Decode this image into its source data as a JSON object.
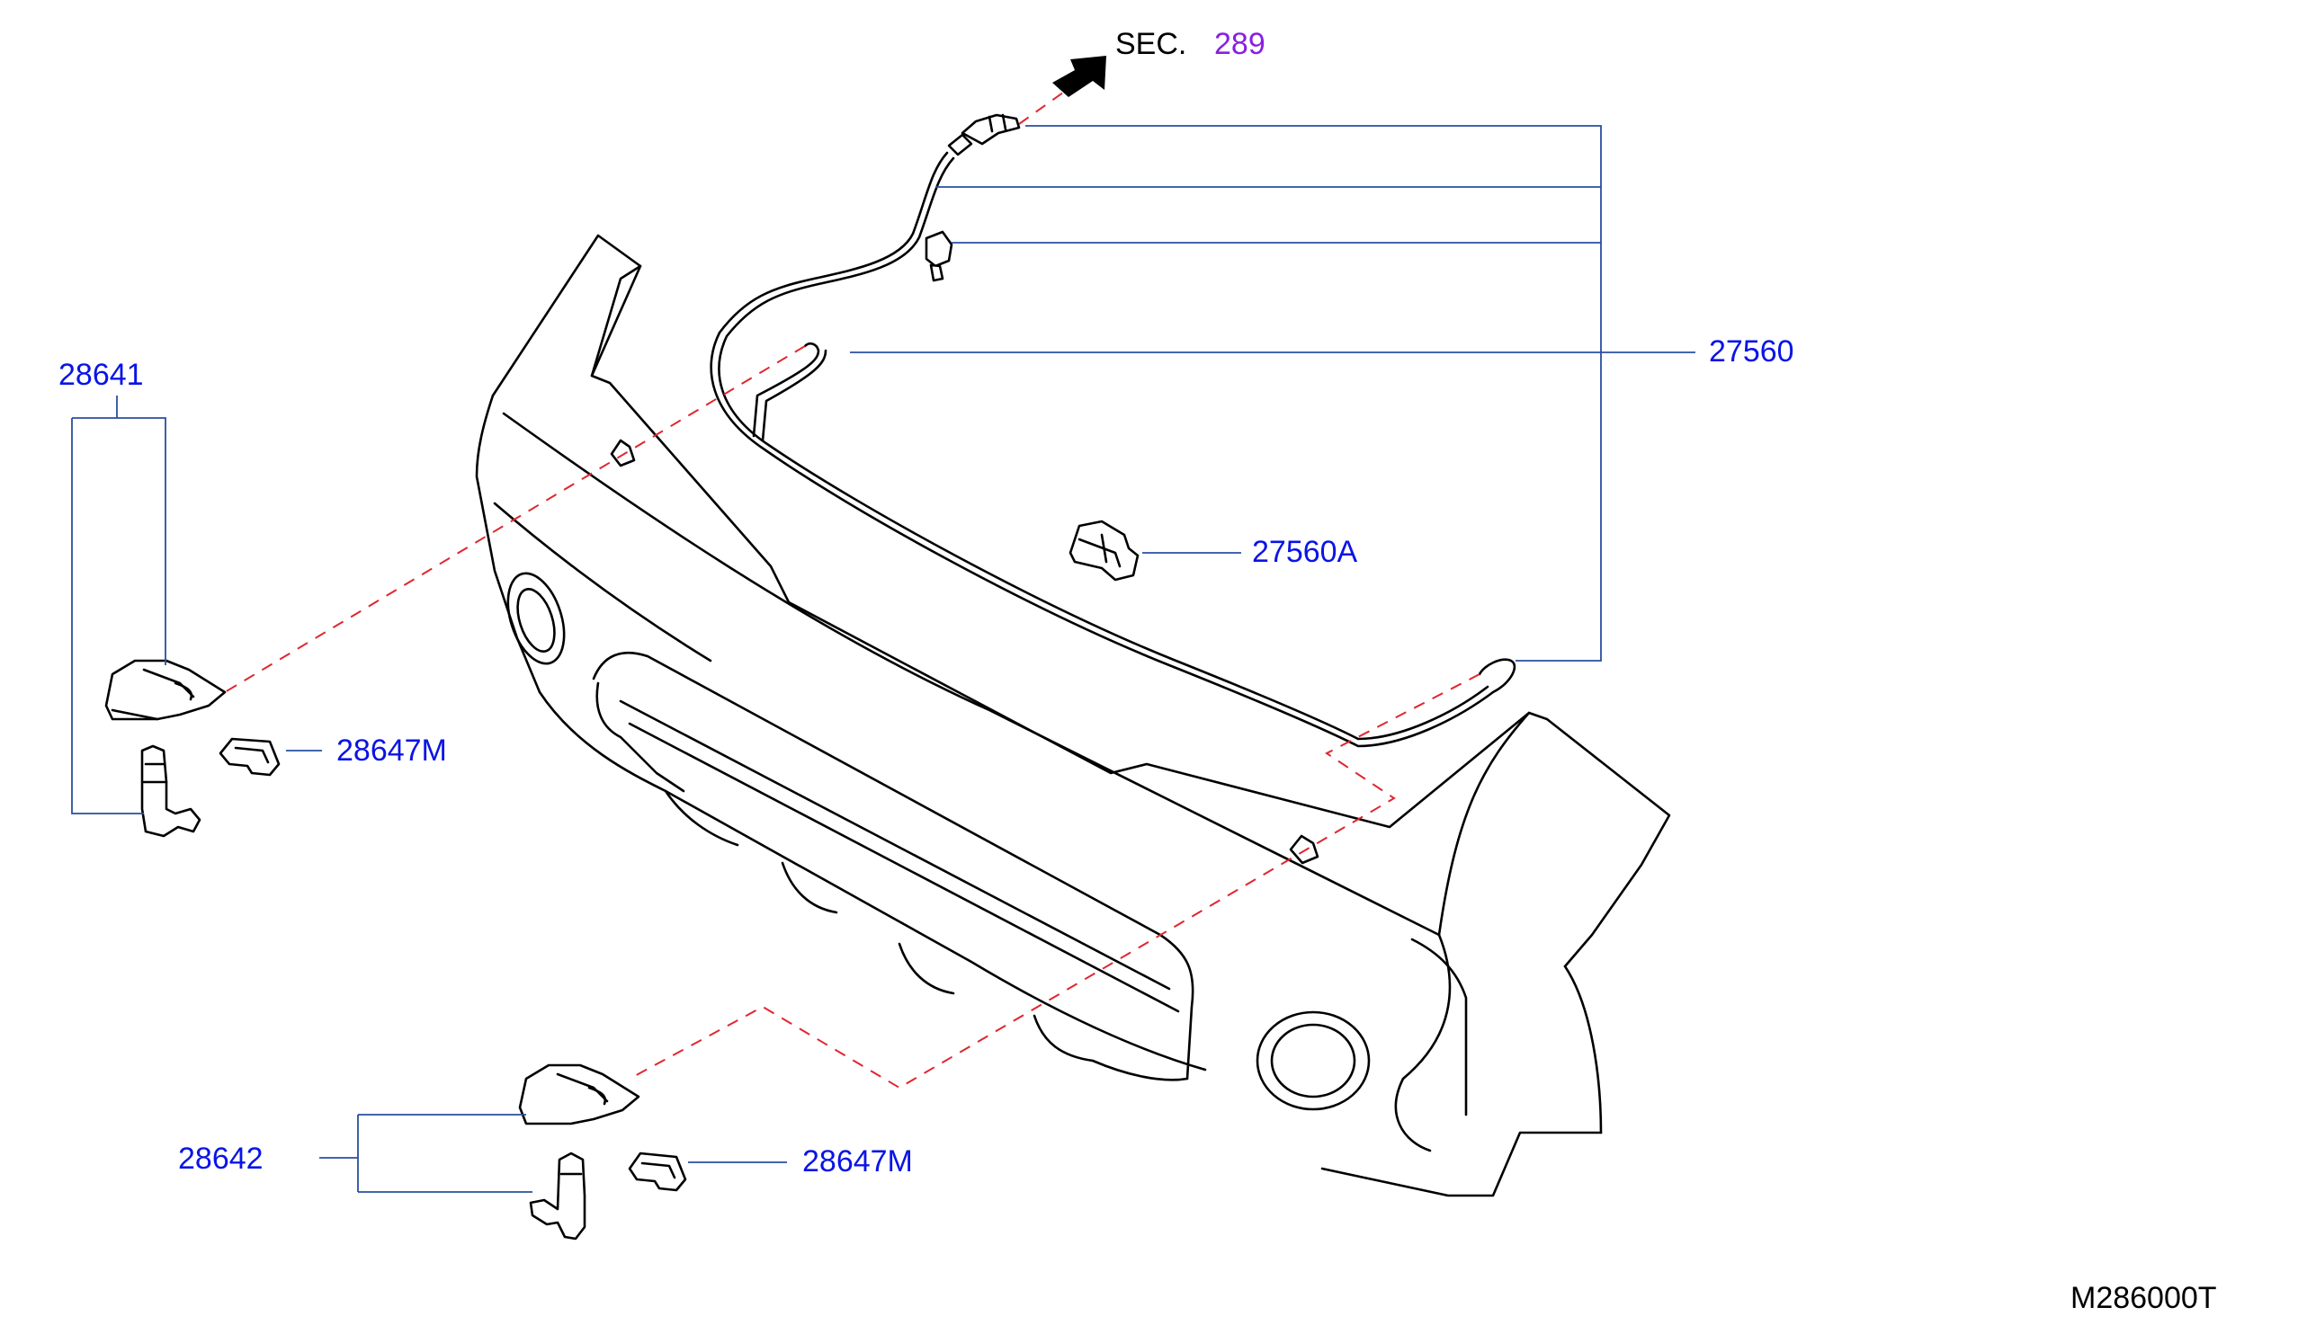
{
  "diagram": {
    "section_ref": {
      "prefix": "SEC.",
      "number": "289"
    },
    "callouts": {
      "hose": "27560",
      "clip": "27560A",
      "nozzle_rh": "28641",
      "nozzle_lh": "28642",
      "nozzle_clip_upper": "28647M",
      "nozzle_clip_lower": "28647M"
    },
    "drawing_code": "M286000T"
  }
}
